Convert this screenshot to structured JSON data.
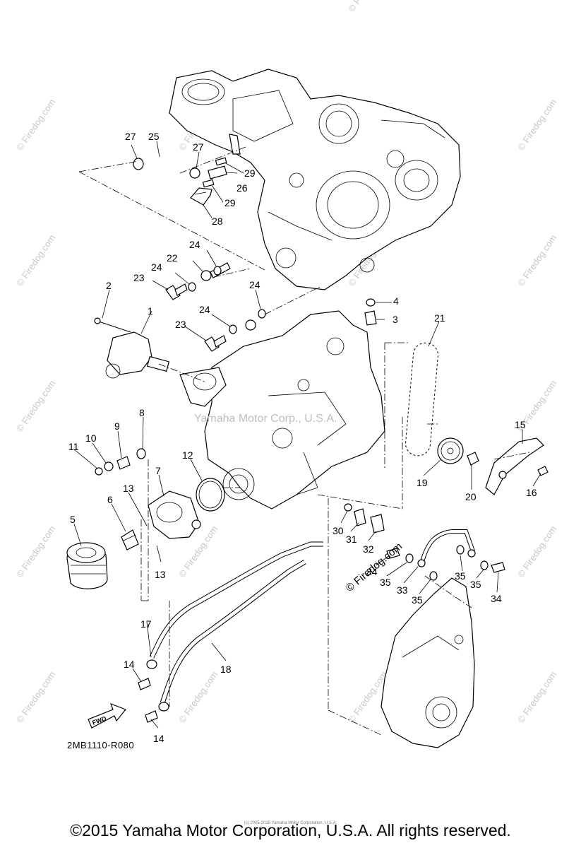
{
  "diagram": {
    "part_numbers": [
      "1",
      "2",
      "3",
      "4",
      "5",
      "6",
      "7",
      "8",
      "9",
      "10",
      "11",
      "12",
      "13",
      "13",
      "14",
      "14",
      "15",
      "16",
      "17",
      "18",
      "19",
      "20",
      "21",
      "22",
      "23",
      "23",
      "24",
      "24",
      "24",
      "24",
      "25",
      "26",
      "27",
      "27",
      "28",
      "29",
      "29",
      "30",
      "31",
      "32",
      "33",
      "34",
      "34",
      "35",
      "35",
      "35",
      "35"
    ],
    "reference_code": "2MB1110-R080",
    "fwd_label": "FWD",
    "center_watermark": "Yamaha Motor Corp., U.S.A.",
    "inline_watermark": "© Firedog.com",
    "watermark_text": "© Firedog.com",
    "copyright": "©2015 Yamaha Motor Corporation, U.S.A. All rights reserved.",
    "tiny_note": "(c) 2005-2015 Yamaha Motor Corporation, U.S.A."
  }
}
